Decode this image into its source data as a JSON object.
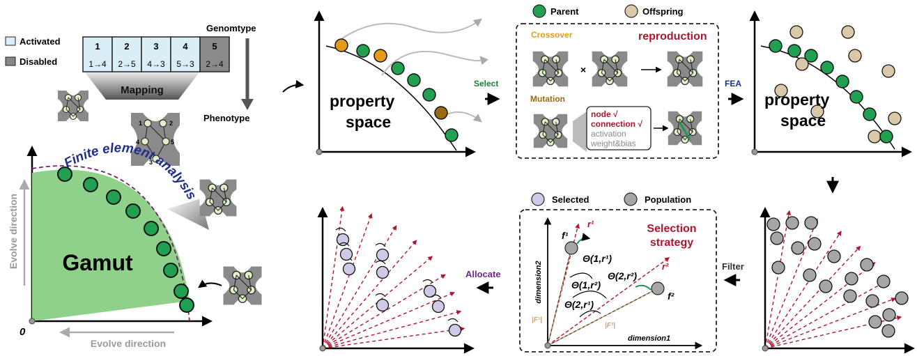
{
  "genotype": {
    "title": "Genomtype",
    "legend_activated": "Activated",
    "legend_disabled": "Disabled",
    "genes": [
      {
        "num": "1",
        "conn": "1→4",
        "state": "activated"
      },
      {
        "num": "2",
        "conn": "2→5",
        "state": "activated"
      },
      {
        "num": "3",
        "conn": "4→3",
        "state": "activated"
      },
      {
        "num": "4",
        "conn": "5→3",
        "state": "activated"
      },
      {
        "num": "5",
        "conn": "2→4",
        "state": "disabled"
      }
    ],
    "mapping": "Mapping",
    "phenotype": "Phenotype",
    "node_labels": [
      "1",
      "2",
      "4",
      "5",
      "3"
    ]
  },
  "gamut": {
    "label": "Gamut",
    "fea_label": "Finite element analysis",
    "evolve_vertical": "Evolve direction",
    "evolve_horizontal": "Evolve direction",
    "origin": "0"
  },
  "property_space_1": {
    "label1": "property",
    "label2": "space"
  },
  "select": "Select",
  "reproduction": {
    "legend_parent": "Parent",
    "legend_offspring": "Offspring",
    "crossover": "Crossover",
    "title": "reproduction",
    "mutation": "Mutation",
    "times": "×",
    "mutation_options": [
      {
        "text": "node √",
        "active": true
      },
      {
        "text": "connection √",
        "active": true
      },
      {
        "text": "activation",
        "active": false
      },
      {
        "text": "weight&bias",
        "active": false
      }
    ]
  },
  "fea": "FEA",
  "property_space_2": {
    "label1": "property",
    "label2": "space"
  },
  "filter": "Filter",
  "selection": {
    "legend_selected": "Selected",
    "legend_population": "Population",
    "title1": "Selection",
    "title2": "strategy",
    "dim1": "dimension1",
    "dim2": "dimension2",
    "r1": "r¹",
    "r2": "r²",
    "f1": "f¹",
    "f2": "f²",
    "f1_norm": "|F¹|",
    "f2_norm": "|F²|",
    "theta_11": "Θ(1,r¹)",
    "theta_12": "Θ(1,r²)",
    "theta_22": "Θ(2,r²)",
    "theta_21": "Θ(2,r¹)"
  },
  "allocate": "Allocate",
  "colors": {
    "parent": "#20a050",
    "offspring": "#d9c9a9",
    "selected": "#cfc8e6",
    "population": "#a6a6a6",
    "gamut_fill": "#8fd18b",
    "accent_red": "#b0152e",
    "crossover": "#e69a1a",
    "mutation": "#9a6a10",
    "fea_text": "#1e2f8a",
    "allocate": "#6d2590",
    "select": "#1a7f3c"
  }
}
